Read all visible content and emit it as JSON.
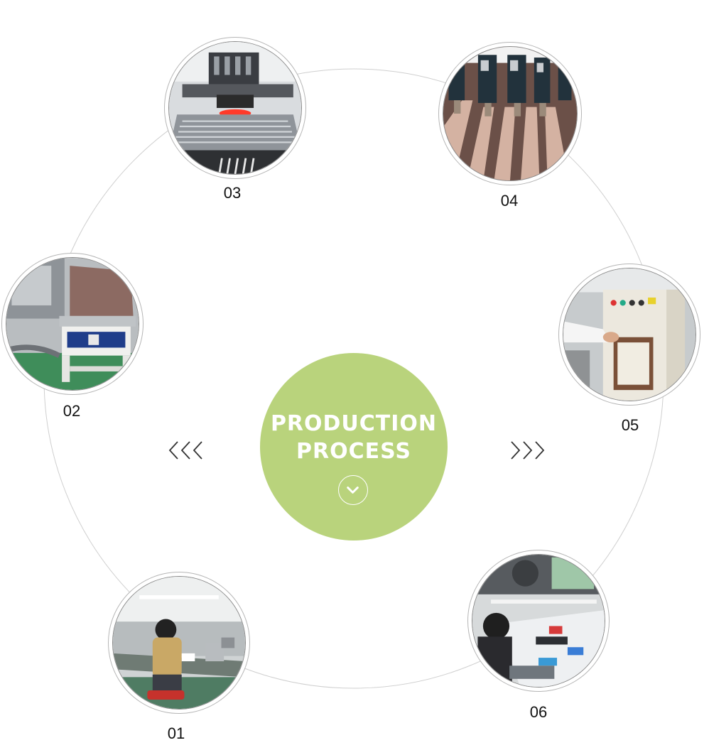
{
  "center": {
    "title_line1": "PRODUCTION",
    "title_line2": "PROCESS",
    "color": "#b9d37c",
    "button_icon": "chevron-down-icon"
  },
  "nav": {
    "prev_icon": "triple-chevron-left-icon",
    "next_icon": "triple-chevron-right-icon"
  },
  "steps": [
    {
      "number": "01",
      "photo": "worker-at-assembly-bench"
    },
    {
      "number": "02",
      "photo": "sanding-machine"
    },
    {
      "number": "03",
      "photo": "cnc-drilling-machine"
    },
    {
      "number": "04",
      "photo": "automatic-tufting-heads"
    },
    {
      "number": "05",
      "photo": "curing-oven"
    },
    {
      "number": "06",
      "photo": "inspection-workbench"
    }
  ]
}
